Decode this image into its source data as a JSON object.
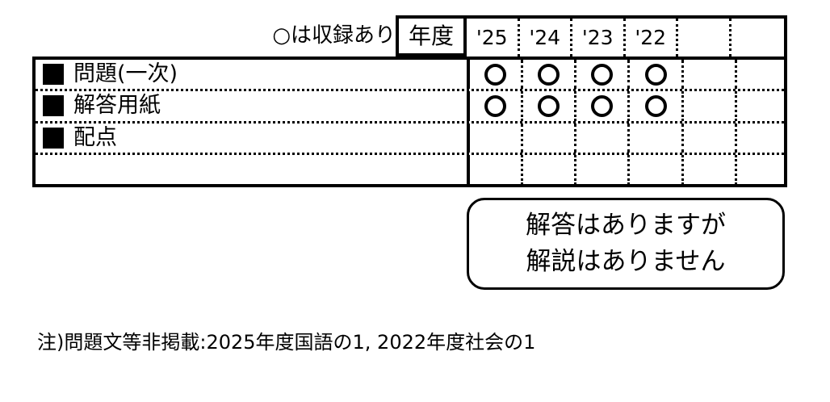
{
  "legend": {
    "note": "○は収録あり",
    "circle_icon": "circle-outline"
  },
  "table": {
    "year_header_label": "年度",
    "year_columns": [
      "'25",
      "'24",
      "'23",
      "'22",
      "",
      ""
    ],
    "rows": [
      {
        "bullet": "■",
        "label": "問題(一次)",
        "marks": [
          "○",
          "○",
          "○",
          "○",
          "",
          ""
        ]
      },
      {
        "bullet": "■",
        "label": "解答用紙",
        "marks": [
          "○",
          "○",
          "○",
          "○",
          "",
          ""
        ]
      },
      {
        "bullet": "■",
        "label": "配点",
        "marks": [
          "",
          "",
          "",
          "",
          "",
          ""
        ]
      },
      {
        "bullet": "",
        "label": "",
        "marks": [
          "",
          "",
          "",
          "",
          "",
          ""
        ]
      }
    ]
  },
  "callout": {
    "line1": "解答はありますが",
    "line2": "解説はありません"
  },
  "footnote": {
    "text": "注)問題文等非掲載:2025年度国語の1, 2022年度社会の1"
  },
  "colors": {
    "ink": "#000000",
    "paper": "#ffffff"
  }
}
